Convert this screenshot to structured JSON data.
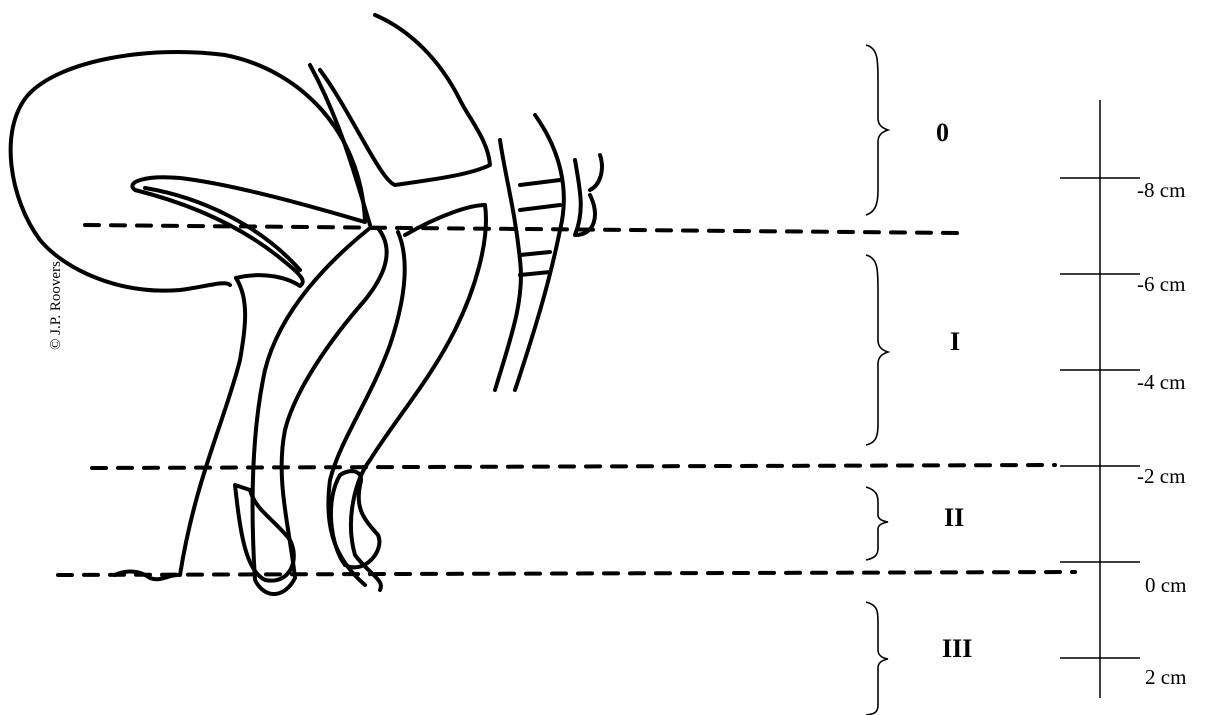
{
  "copyright": "© J.P. Roovers",
  "zones": [
    {
      "label": "0"
    },
    {
      "label": "I"
    },
    {
      "label": "II"
    },
    {
      "label": "III"
    }
  ],
  "scale": [
    {
      "label": "-8 cm",
      "value": -8
    },
    {
      "label": "-6 cm",
      "value": -6
    },
    {
      "label": "-4 cm",
      "value": -4
    },
    {
      "label": "-2 cm",
      "value": -2
    },
    {
      "label": "0 cm",
      "value": 0
    },
    {
      "label": "2 cm",
      "value": 2
    }
  ]
}
